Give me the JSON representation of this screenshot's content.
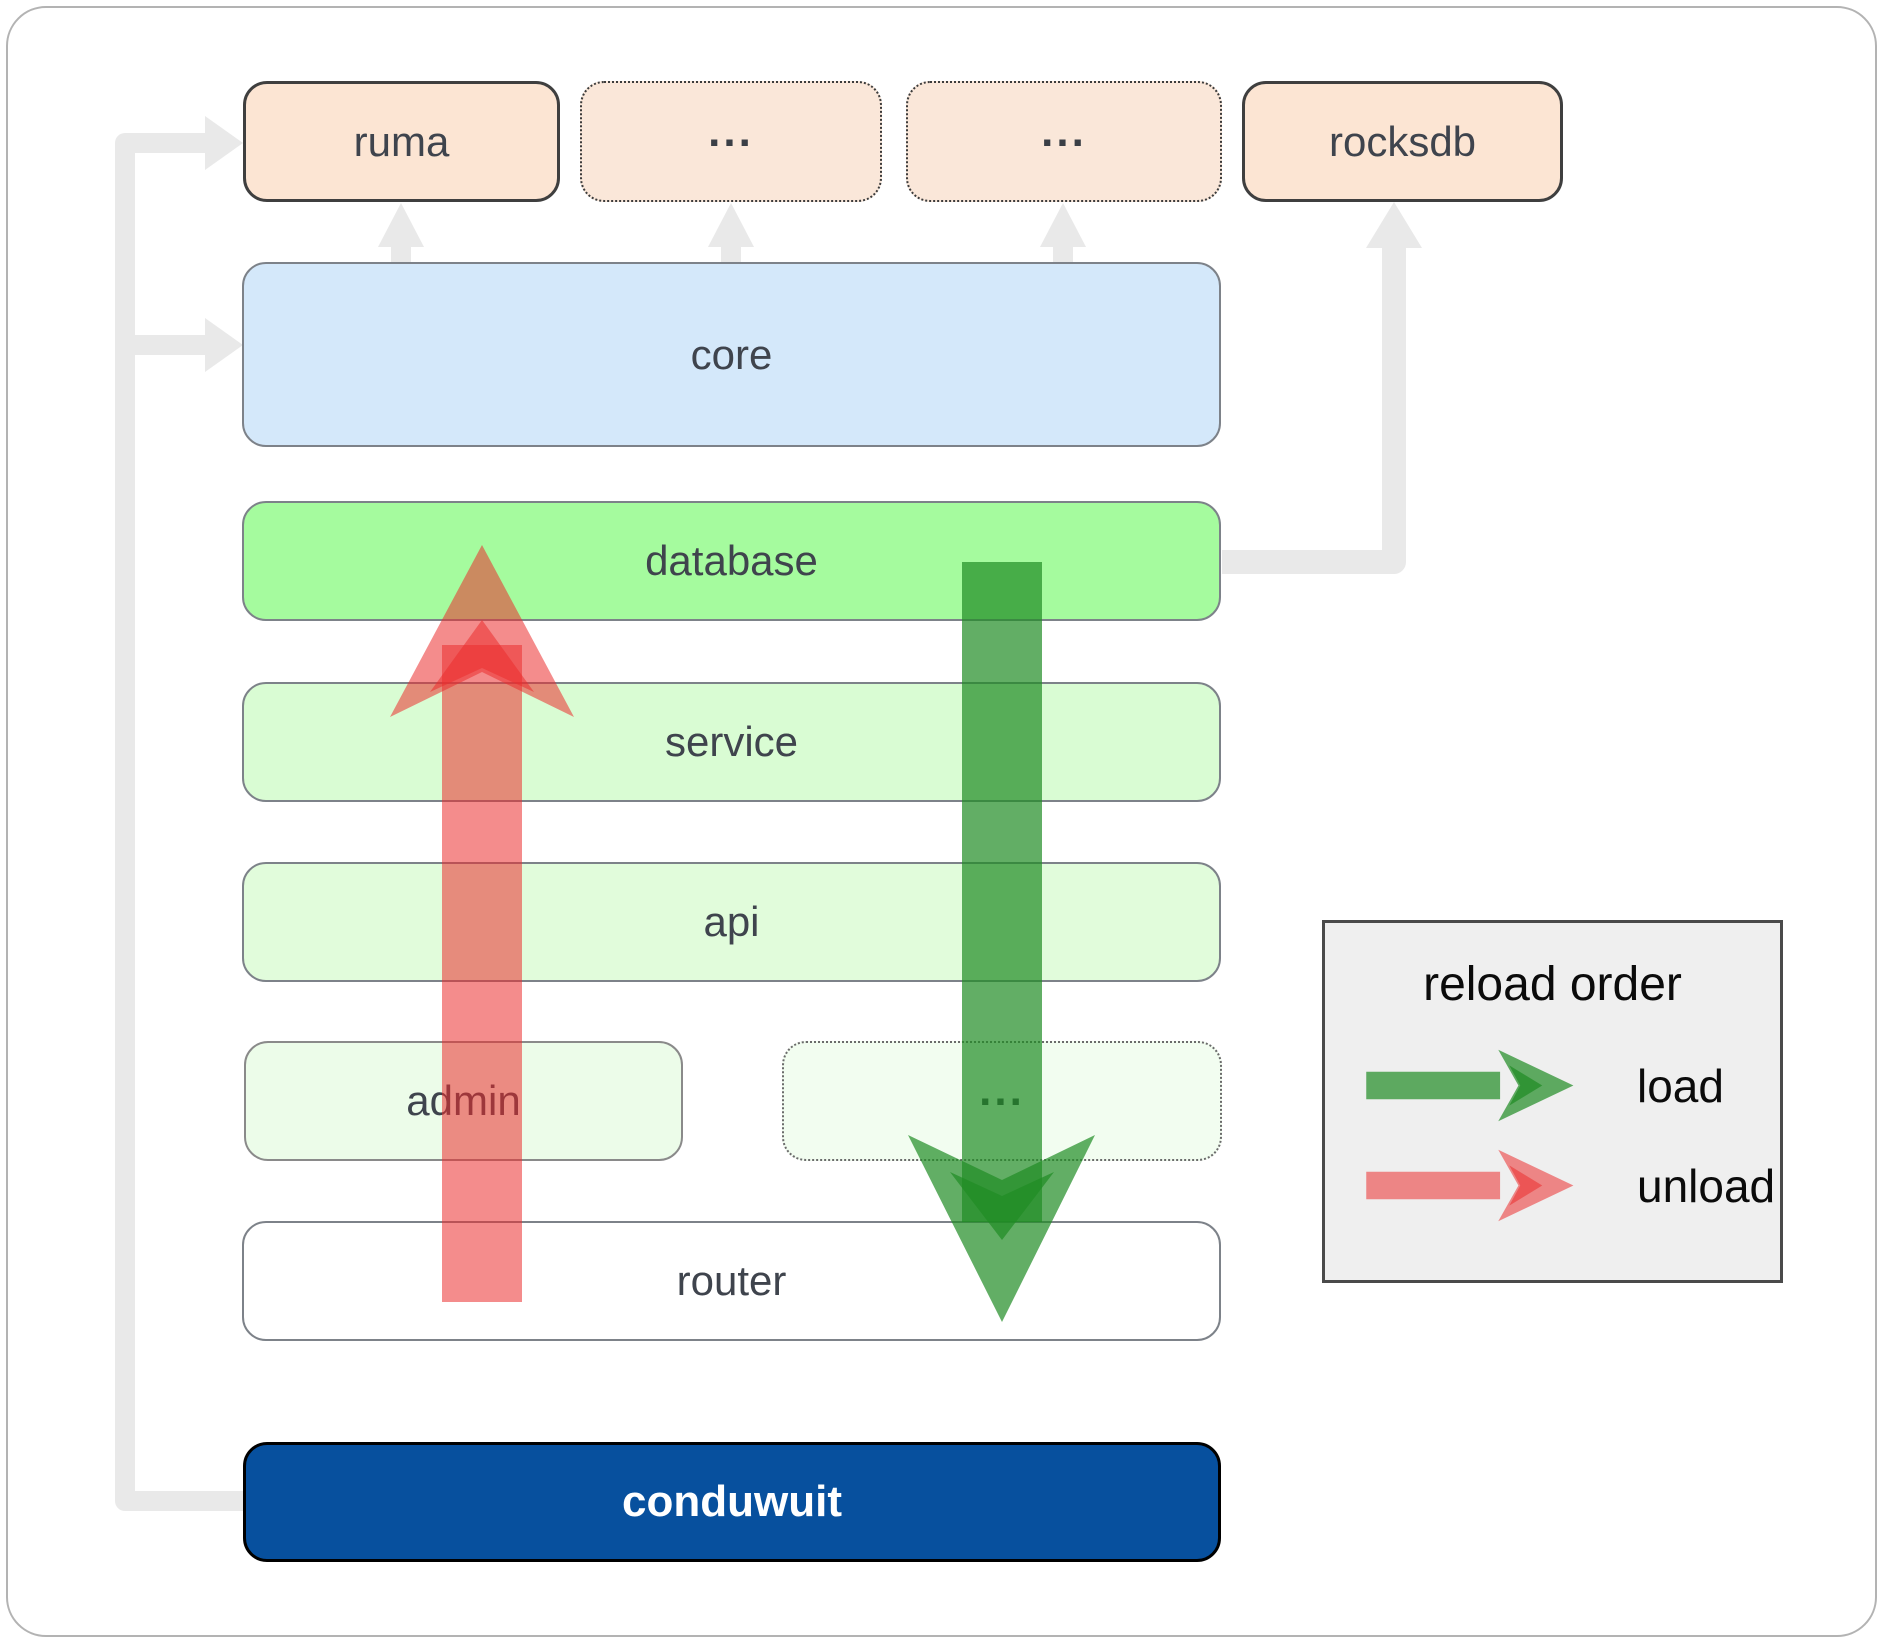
{
  "diagram": {
    "top_row": [
      {
        "label": "ruma",
        "style": "solid"
      },
      {
        "label": "...",
        "style": "dotted"
      },
      {
        "label": "...",
        "style": "dotted"
      },
      {
        "label": "rocksdb",
        "style": "solid"
      }
    ],
    "layers": [
      {
        "label": "core"
      },
      {
        "label": "database"
      },
      {
        "label": "service"
      },
      {
        "label": "api"
      }
    ],
    "admin_row": [
      {
        "label": "admin",
        "style": "solid"
      },
      {
        "label": "...",
        "style": "dotted"
      }
    ],
    "router": {
      "label": "router"
    },
    "app": {
      "label": "conduwuit"
    }
  },
  "legend": {
    "title": "reload order",
    "items": [
      {
        "label": "load",
        "direction": "down"
      },
      {
        "label": "unload",
        "direction": "up"
      }
    ]
  },
  "colors": {
    "load_arrow": "#1f8c24",
    "unload_arrow": "#eb2d2d",
    "connector_gray": "#e9e9e9",
    "module_peach": "#fce5d3",
    "core_blue": "#d4e8fa",
    "database_green": "#a5fb9e",
    "service_green": "#d9fcd3",
    "api_green": "#e1fcdb",
    "admin_green": "#ecfce9",
    "router_white": "#ffffff",
    "conduwuit_blue": "#07509e",
    "legend_bg": "#efefef"
  }
}
